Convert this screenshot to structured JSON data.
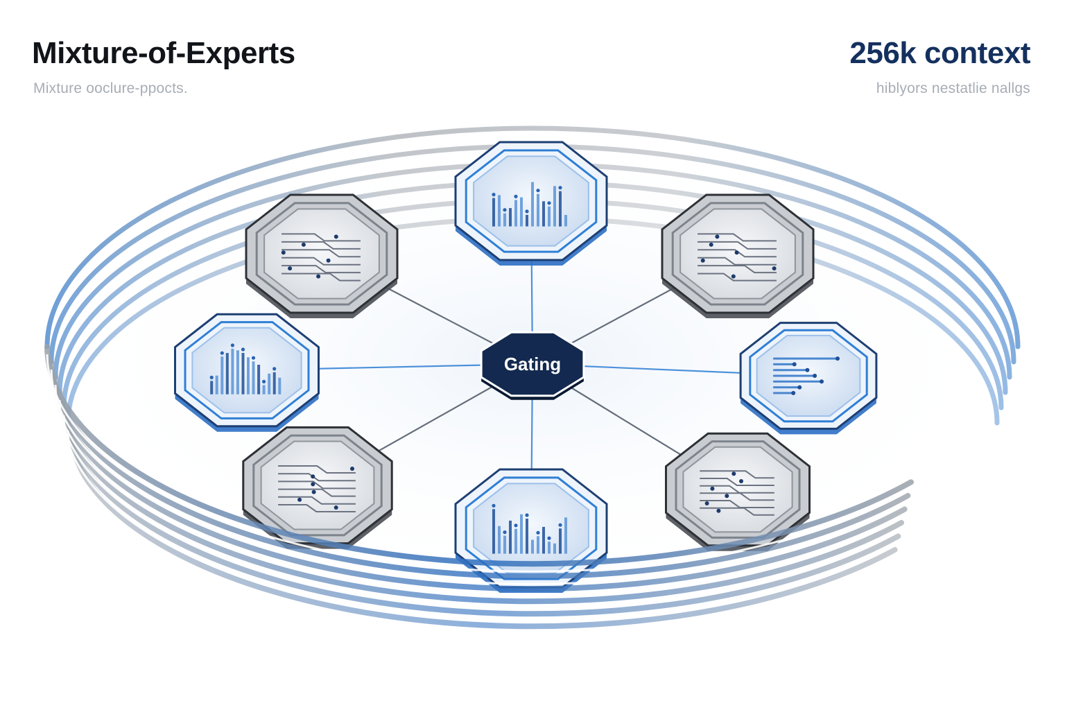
{
  "header": {
    "left_title": "Mixture-of-Experts",
    "left_subtitle": "Mixture ooclure-ppocts.",
    "right_title": "256k context",
    "right_subtitle": "hiblyors nestatlie nallgs"
  },
  "gate": {
    "label": "Gating"
  },
  "experts": [
    {
      "id": "top",
      "style": "blue",
      "pattern": "bars"
    },
    {
      "id": "upper-right",
      "style": "gray",
      "pattern": "circuit"
    },
    {
      "id": "right",
      "style": "blue",
      "pattern": "lines"
    },
    {
      "id": "lower-right",
      "style": "gray",
      "pattern": "circuit"
    },
    {
      "id": "bottom",
      "style": "blue",
      "pattern": "bars"
    },
    {
      "id": "lower-left",
      "style": "gray",
      "pattern": "circuit"
    },
    {
      "id": "left",
      "style": "blue",
      "pattern": "bars"
    },
    {
      "id": "upper-left",
      "style": "gray",
      "pattern": "circuit"
    }
  ],
  "colors": {
    "gate_fill": "#13294f",
    "blue_accent": "#2f7fd6",
    "gray_frame": "#7d838b",
    "ring_blue": "#3d7ec7",
    "ring_gray": "#9ea4ab"
  }
}
